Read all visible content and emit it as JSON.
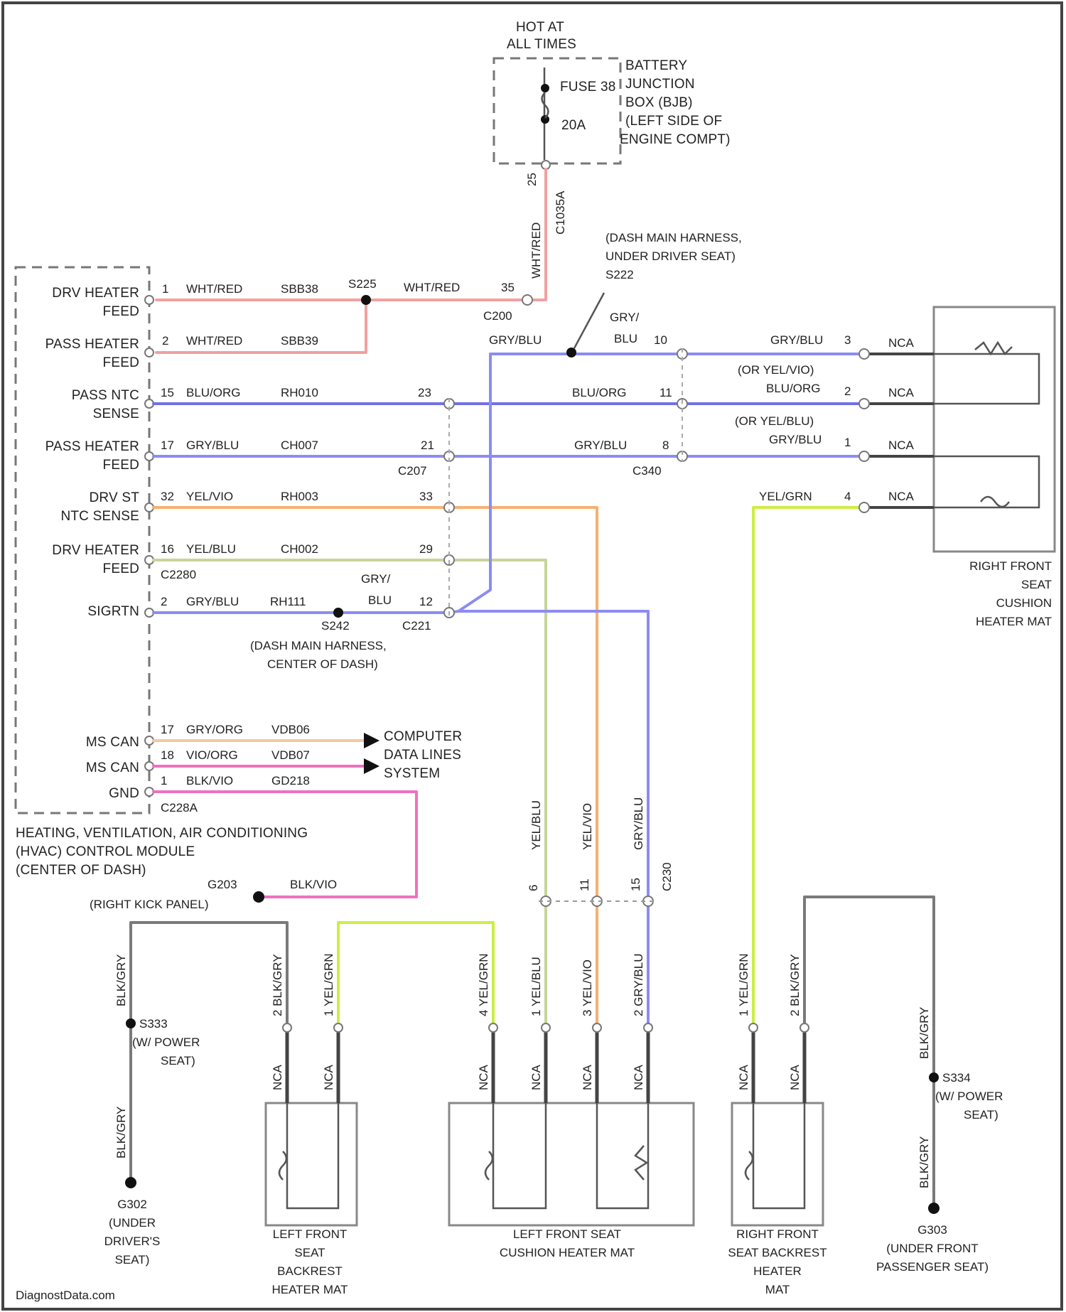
{
  "colors": {
    "red": "#f2a0a0",
    "blue": "#8c8cf2",
    "purple": "#7070e8",
    "orange": "#f6b070",
    "olive": "#c8d49a",
    "pink": "#f070c0",
    "peach": "#f4c8a0",
    "yellow": "#ccee44",
    "gray": "#7a7a7a",
    "dark": "#444444"
  },
  "power": {
    "hot": [
      "HOT AT",
      "ALL TIMES"
    ],
    "fuse": "FUSE 38",
    "amps": "20A",
    "bjb": [
      "BATTERY",
      "JUNCTION",
      "BOX (BJB)",
      "(LEFT SIDE OF",
      "ENGINE COMPT)"
    ],
    "wire_color": "WHT/RED",
    "pin": "25",
    "conn": "C1035A",
    "c2_pin": "35",
    "c2_conn": "C200"
  },
  "splices": {
    "s225": "S225",
    "s222": [
      "(DASH MAIN HARNESS,",
      "UNDER DRIVER SEAT)",
      "S222"
    ],
    "s242": "S242",
    "s242_loc": [
      "(DASH MAIN HARNESS,",
      "CENTER OF DASH)"
    ]
  },
  "hvac": {
    "title": [
      "HEATING, VENTILATION, AIR CONDITIONING",
      "(HVAC) CONTROL MODULE",
      "(CENTER OF DASH)"
    ],
    "rows": [
      {
        "label": [
          "DRV HEATER",
          "FEED"
        ],
        "pin": "1",
        "color": "WHT/RED",
        "circuit": "SBB38"
      },
      {
        "label": [
          "PASS HEATER",
          "FEED"
        ],
        "pin": "2",
        "color": "WHT/RED",
        "circuit": "SBB39"
      },
      {
        "label": [
          "PASS NTC",
          "SENSE"
        ],
        "pin": "15",
        "color": "BLU/ORG",
        "circuit": "RH010",
        "c2_pin": "23"
      },
      {
        "label": [
          "PASS HEATER",
          "FEED"
        ],
        "pin": "17",
        "color": "GRY/BLU",
        "circuit": "CH007",
        "c2_pin": "21"
      },
      {
        "label": [
          "DRV ST",
          "NTC SENSE"
        ],
        "pin": "32",
        "color": "YEL/VIO",
        "circuit": "RH003",
        "c2_pin": "33"
      },
      {
        "label": [
          "DRV HEATER",
          "FEED"
        ],
        "pin": "16",
        "color": "YEL/BLU",
        "circuit": "CH002",
        "c2_pin": "29"
      },
      {
        "label": [
          "SIGRTN"
        ],
        "pin": "2",
        "color": "GRY/BLU",
        "circuit": "RH111",
        "c2_pin": "12"
      },
      {
        "label": [
          "MS CAN"
        ],
        "pin": "17",
        "color": "GRY/ORG",
        "circuit": "VDB06"
      },
      {
        "label": [
          "MS CAN"
        ],
        "pin": "18",
        "color": "VIO/ORG",
        "circuit": "VDB07"
      },
      {
        "label": [
          "GND"
        ],
        "pin": "1",
        "color": "BLK/VIO",
        "circuit": "GD218"
      }
    ],
    "conn_c2280": "C2280",
    "conn_c228a": "C228A"
  },
  "connectors": {
    "c207": "C207",
    "c221": "C221",
    "c340": "C340",
    "c230": "C230"
  },
  "mid_wires": {
    "gry_blu_top": "GRY/BLU",
    "gry_blu_split": [
      "GRY/",
      "BLU"
    ],
    "pin10": "10",
    "blu_org": "BLU/ORG",
    "pin11": "11",
    "gry_blu_b": "GRY/BLU",
    "pin8": "8",
    "sigrtn_split": [
      "GRY/",
      "BLU"
    ],
    "vert_yel_blu": "YEL/BLU",
    "vert_yel_vio": "YEL/VIO",
    "vert_gry_blu": "GRY/BLU",
    "c230_pins": [
      "6",
      "11",
      "15"
    ]
  },
  "rf_cushion": {
    "title": [
      "RIGHT FRONT",
      "SEAT",
      "CUSHION",
      "HEATER MAT"
    ],
    "r1_color": "GRY/BLU",
    "r1_pin": "3",
    "r1_alt": [
      "(OR YEL/VIO)",
      "BLU/ORG"
    ],
    "r2_pin": "2",
    "r2_alt": [
      "(OR YEL/BLU)",
      "GRY/BLU"
    ],
    "r3_pin": "1",
    "r4_color": "YEL/GRN",
    "r4_pin": "4",
    "nca": "NCA"
  },
  "computer": [
    "COMPUTER",
    "DATA LINES",
    "SYSTEM"
  ],
  "ground_g203": {
    "name": "G203",
    "color": "BLK/VIO",
    "loc": "(RIGHT KICK PANEL)"
  },
  "left_side": {
    "blk_gry": "BLK/GRY",
    "s333": [
      "S333",
      "(W/ POWER",
      "SEAT)"
    ],
    "g302": [
      "G302",
      "(UNDER",
      "DRIVER'S",
      "SEAT)"
    ]
  },
  "right_side": {
    "blk_gry": "BLK/GRY",
    "s334": [
      "S334",
      "(W/ POWER",
      "SEAT)"
    ],
    "g303": [
      "G303",
      "(UNDER FRONT",
      "PASSENGER SEAT)"
    ]
  },
  "lf_backrest": {
    "title": [
      "LEFT FRONT",
      "SEAT",
      "BACKREST",
      "HEATER MAT"
    ],
    "w1": "2  BLK/GRY",
    "w2": "1  YEL/GRN"
  },
  "lf_cushion": {
    "title": [
      "LEFT FRONT SEAT",
      "CUSHION HEATER MAT"
    ],
    "w1": "4  YEL/GRN",
    "w2": "1  YEL/BLU",
    "w3": "3  YEL/VIO",
    "w4": "2  GRY/BLU"
  },
  "rf_backrest": {
    "title": [
      "RIGHT FRONT",
      "SEAT BACKREST",
      "HEATER",
      "MAT"
    ],
    "w1": "1  YEL/GRN",
    "w2": "2  BLK/GRY"
  },
  "footer": "DiagnostData.com"
}
